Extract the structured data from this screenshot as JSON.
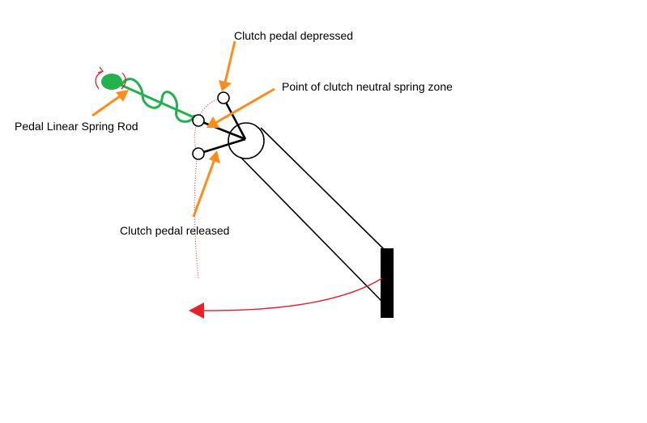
{
  "labels": {
    "depressed": "Clutch pedal depressed",
    "neutral": "Point of clutch neutral spring zone",
    "spring_rod": "Pedal Linear Spring Rod",
    "released": "Clutch pedal released"
  },
  "colors": {
    "background": "#ffffff",
    "arrow": "#ff8c1a",
    "spring": "#22b14c",
    "motion": "#e8202a",
    "linkage": "#000000"
  }
}
